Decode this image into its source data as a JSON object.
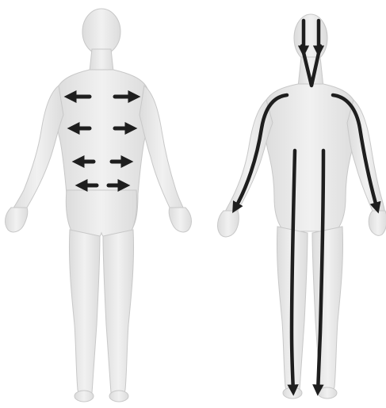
{
  "figures": [
    {
      "id": "back-view",
      "view": "back",
      "arrow_style": "paired outward arrows across the back",
      "arrow_pairs": 4
    },
    {
      "id": "front-view",
      "view": "front",
      "arrow_style": "long downward strokes along face, arms and legs",
      "stroke_count": 6
    }
  ],
  "colors": {
    "background": "#ffffff",
    "body_fill": "#f1f1f1",
    "body_shade": "#dcdcdc",
    "body_outline": "#c8c8c8",
    "arrow": "#1e1e1e"
  }
}
